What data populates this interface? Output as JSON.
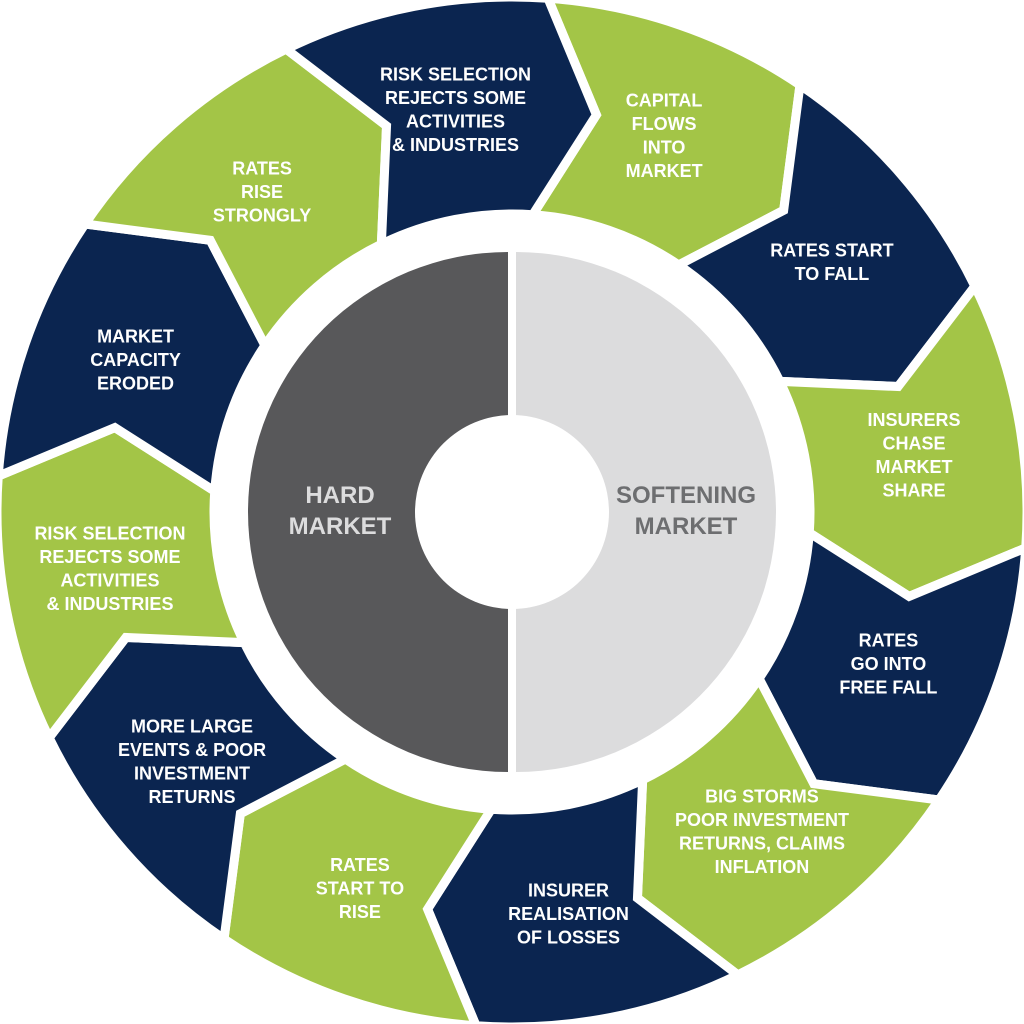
{
  "colors": {
    "green": "#a3c547",
    "navy": "#0b2550",
    "hard": "#58585a",
    "soft": "#dcdcdd"
  },
  "center": {
    "hard": [
      "HARD",
      "MARKET"
    ],
    "soft": [
      "SOFTENING",
      "MARKET"
    ]
  },
  "segments": [
    {
      "color": "green",
      "lines": [
        "CAPITAL",
        "FLOWS",
        "INTO",
        "MARKET"
      ]
    },
    {
      "color": "navy",
      "lines": [
        "RATES START",
        "TO FALL"
      ]
    },
    {
      "color": "green",
      "lines": [
        "INSURERS",
        "CHASE",
        "MARKET",
        "SHARE"
      ]
    },
    {
      "color": "navy",
      "lines": [
        "RATES",
        "GO INTO",
        "FREE FALL"
      ]
    },
    {
      "color": "green",
      "lines": [
        "BIG STORMS",
        "POOR INVESTMENT",
        "RETURNS, CLAIMS",
        "INFLATION"
      ]
    },
    {
      "color": "navy",
      "lines": [
        "INSURER",
        "REALISATION",
        "OF LOSSES"
      ]
    },
    {
      "color": "green",
      "lines": [
        "RATES",
        "START TO",
        "RISE"
      ]
    },
    {
      "color": "navy",
      "lines": [
        "MORE LARGE",
        "EVENTS & POOR",
        "INVESTMENT",
        "RETURNS"
      ]
    },
    {
      "color": "green",
      "lines": [
        "RISK SELECTION",
        "REJECTS SOME",
        "ACTIVITIES",
        "& INDUSTRIES"
      ]
    },
    {
      "color": "navy",
      "lines": [
        "MARKET",
        "CAPACITY",
        "ERODED"
      ]
    },
    {
      "color": "green",
      "lines": [
        "RATES",
        "RISE",
        "STRONGLY"
      ]
    },
    {
      "color": "navy",
      "lines": [
        "RISK SELECTION",
        "REJECTS SOME",
        "ACTIVITIES",
        "& INDUSTRIES"
      ]
    }
  ]
}
